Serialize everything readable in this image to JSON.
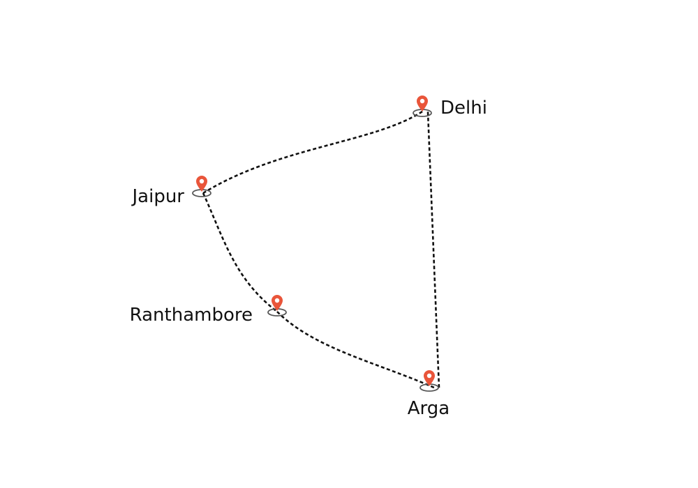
{
  "map": {
    "colors": {
      "route": "#111111",
      "pin": "#e9553a",
      "pin_hole": "#ffffff",
      "pin_base": "#555555",
      "label": "#111111",
      "background": "#ffffff"
    },
    "icon": "map-pin-icon",
    "cities": [
      {
        "id": "delhi",
        "label": "Delhi"
      },
      {
        "id": "jaipur",
        "label": "Jaipur"
      },
      {
        "id": "ranthambore",
        "label": "Ranthambore"
      },
      {
        "id": "agra",
        "label": "Arga"
      }
    ],
    "routes": [
      {
        "from": "delhi",
        "to": "jaipur",
        "style": "dashed"
      },
      {
        "from": "jaipur",
        "to": "ranthambore",
        "style": "dashed"
      },
      {
        "from": "ranthambore",
        "to": "agra",
        "style": "dashed"
      },
      {
        "from": "agra",
        "to": "delhi",
        "style": "dashed"
      }
    ]
  }
}
